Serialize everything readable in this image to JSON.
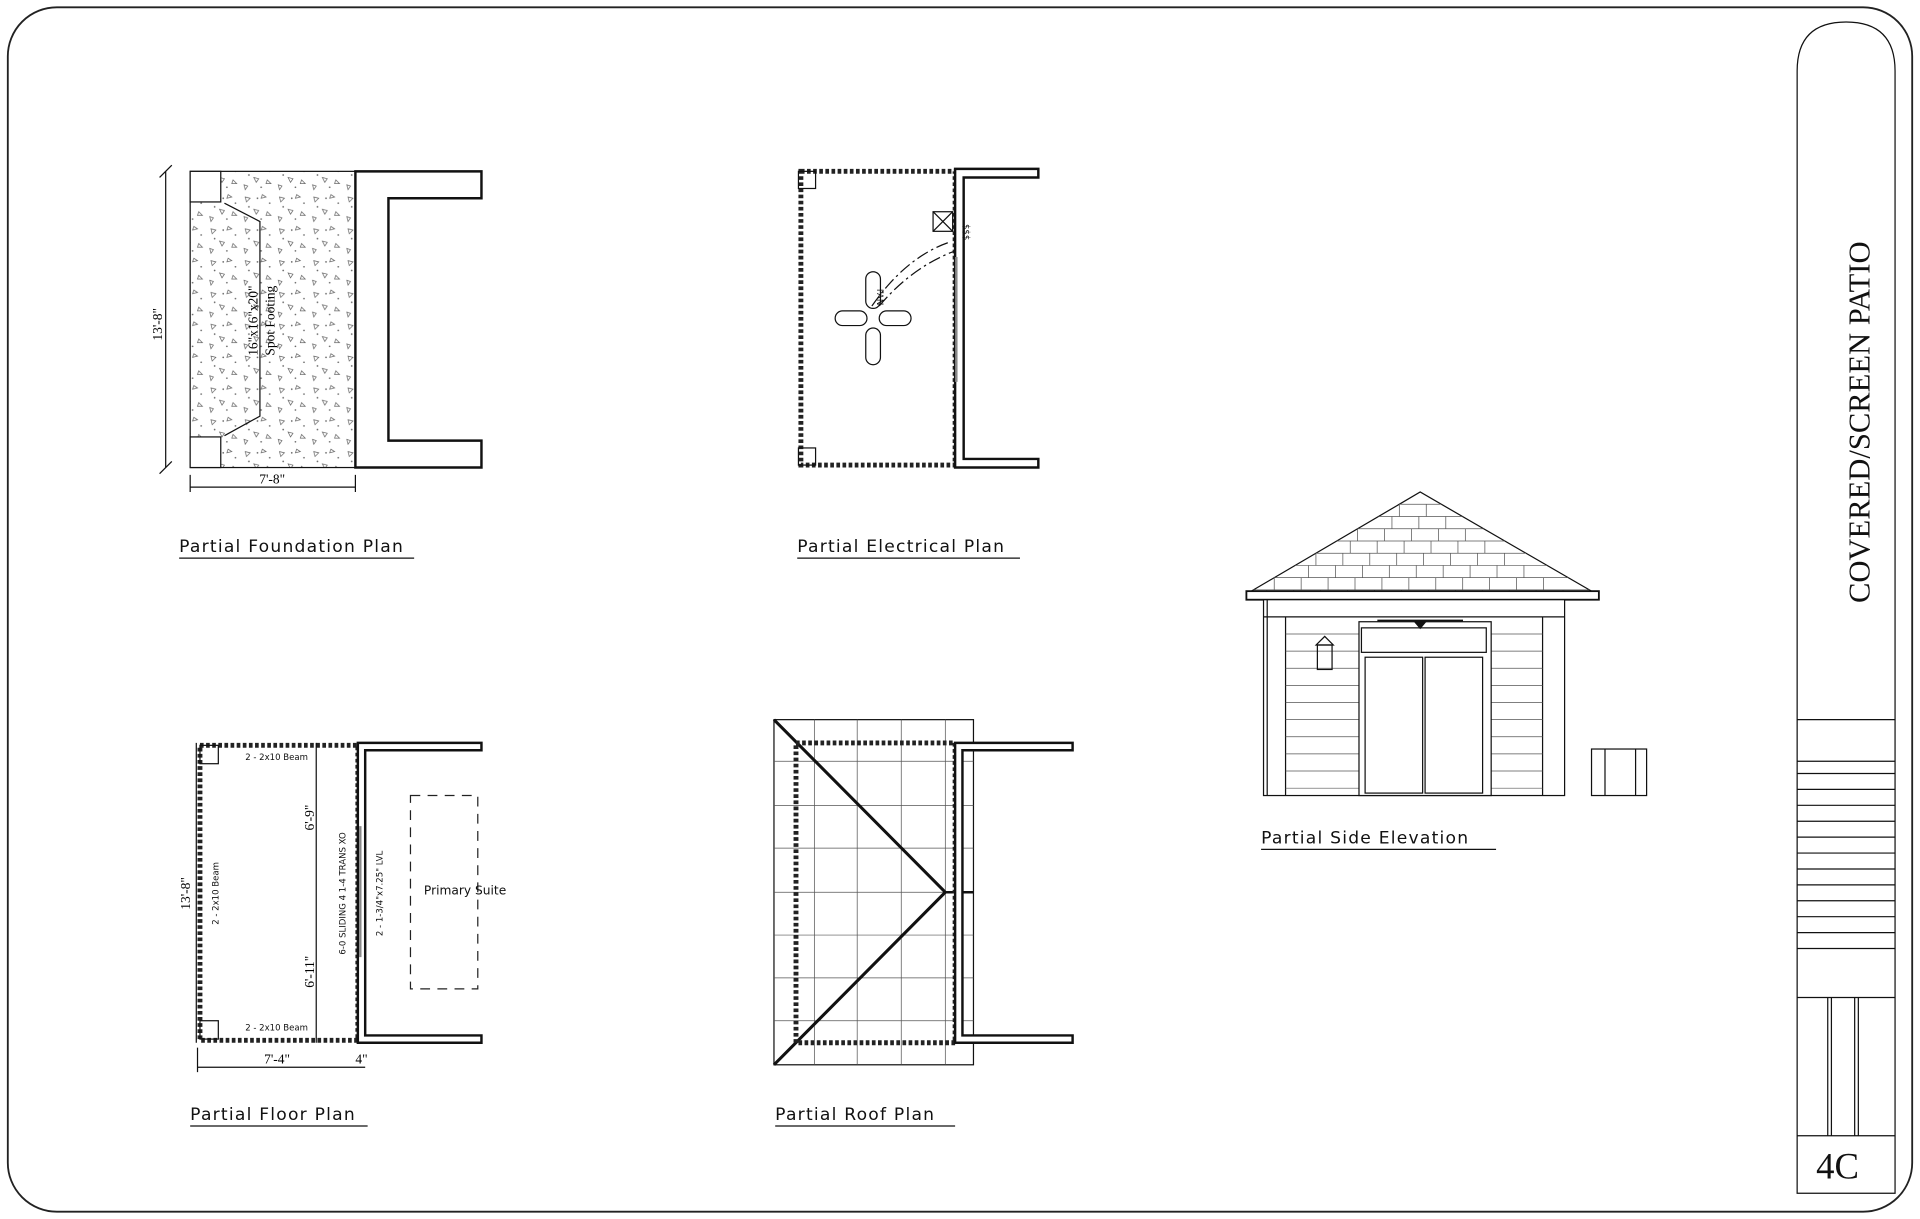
{
  "sheet": {
    "title": "COVERED/SCREEN PATIO",
    "number": "4C"
  },
  "foundation_plan": {
    "label": "Partial Foundation Plan",
    "dim_height": "13'-8\"",
    "dim_width": "7'-8\"",
    "note_line1": "16\"x16\"x20\"",
    "note_line2": "Spot Footing"
  },
  "electrical_plan": {
    "label": "Partial Electrical Plan",
    "fan_tag": "FAN",
    "switch_tag": "$$$"
  },
  "floor_plan": {
    "label": "Partial Floor Plan",
    "dim_height": "13'-8\"",
    "dim_width": "7'-4\"",
    "dim_wall": "4\"",
    "dim_upper": "6'-9\"",
    "dim_lower": "6'-11\"",
    "beam_top": "2 - 2x10 Beam",
    "beam_bottom": "2 - 2x10 Beam",
    "beam_side": "2 - 2x10 Beam",
    "door_note": "6-0 SLIDING 4 1-4 TRANS XO",
    "header_note": "2 - 1-3/4\"x7.25\" LVL",
    "room_label": "Primary Suite"
  },
  "roof_plan": {
    "label": "Partial Roof Plan"
  },
  "side_elevation": {
    "label": "Partial Side Elevation"
  }
}
